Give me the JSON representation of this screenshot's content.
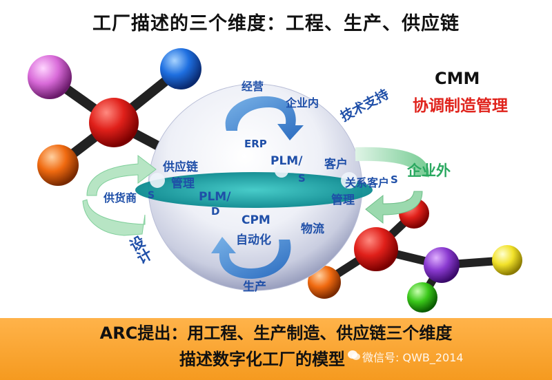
{
  "title": "工厂描述的三个维度：工程、生产、供应链",
  "cmm": {
    "title": "CMM",
    "subtitle": "协调制造管理"
  },
  "labels": {
    "jingying": "经营",
    "qiyenei": "企业内",
    "jishu": "技术支持",
    "erp": "ERP",
    "plms": "PLM/",
    "plms2": "S",
    "kehu": "客户",
    "kehu_guanxi": "关系客户",
    "kehu_s": "S",
    "guanli_r": "管理",
    "gongyinglian": "供应链",
    "guanli_l": "管理",
    "gonghuoshang": "供货商",
    "gonghuoshang_s": "S",
    "plmd": "PLM/",
    "plmd2": "D",
    "cpm": "CPM",
    "zidonghua": "自动化",
    "wuliu": "物流",
    "shengchan": "生产",
    "sheji": "设计",
    "qiyewai": "企业外"
  },
  "footer": {
    "line1": "ARC提出：用工程、生产制造、供应链三个维度",
    "line2": "描述数字化工厂的模型",
    "watermark": "微信号: QWB_2014"
  },
  "colors": {
    "label_blue": "#1f4fa8",
    "cmm_red": "#e0231c",
    "qiyewai_green": "#2aa860",
    "footer_orange": "#f7a52c",
    "disk_teal": "#1aa0a0"
  }
}
